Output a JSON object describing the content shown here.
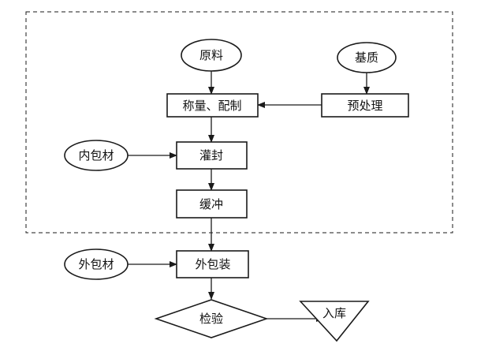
{
  "nodes": {
    "raw_material": "原料",
    "matrix": "基质",
    "weigh_mix": "称量、配制",
    "pretreat": "预处理",
    "inner_packaging": "内包材",
    "fill_seal": "灌封",
    "buffer": "缓冲",
    "outer_material": "外包材",
    "outer_packaging": "外包装",
    "inspect": "检验",
    "storage": "入库"
  }
}
